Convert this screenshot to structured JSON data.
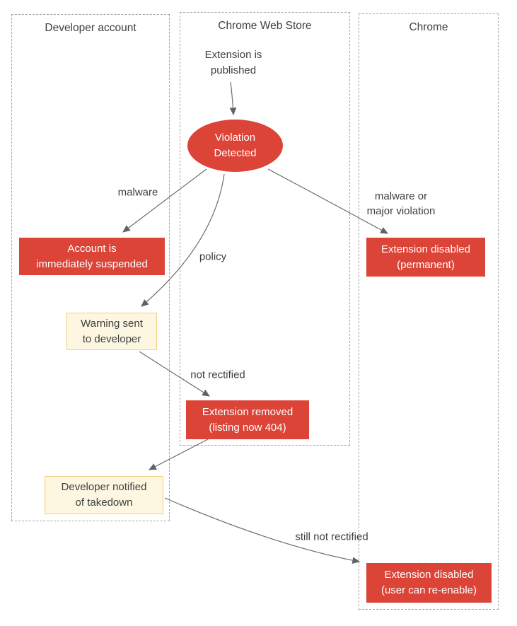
{
  "lanes": [
    {
      "title": "Developer account"
    },
    {
      "title": "Chrome Web Store"
    },
    {
      "title": "Chrome"
    }
  ],
  "nodes": {
    "published": {
      "label": "Extension is\npublished"
    },
    "violation": {
      "label": "Violation\nDetected"
    },
    "suspended": {
      "label": "Account is\nimmediately suspended"
    },
    "warning": {
      "label": "Warning sent\nto developer"
    },
    "disabled_permanent": {
      "label": "Extension disabled\n(permanent)"
    },
    "removed": {
      "label": "Extension removed\n(listing now 404)"
    },
    "notified": {
      "label": "Developer notified\nof takedown"
    },
    "disabled_reenable": {
      "label": "Extension disabled\n(user can re-enable)"
    }
  },
  "edge_labels": {
    "malware": "malware",
    "policy": "policy",
    "malware_or_major": "malware or\nmajor violation",
    "not_rectified": "not rectified",
    "still_not_rectified": "still not rectified"
  },
  "colors": {
    "danger": "#db4437",
    "warning_fill": "#fdf7e1",
    "warning_border": "#f4cd7f",
    "line": "#6e6e6e",
    "arrowhead": "#5f6368",
    "lane_border": "#a5a5a5",
    "text": "#3c4043"
  }
}
